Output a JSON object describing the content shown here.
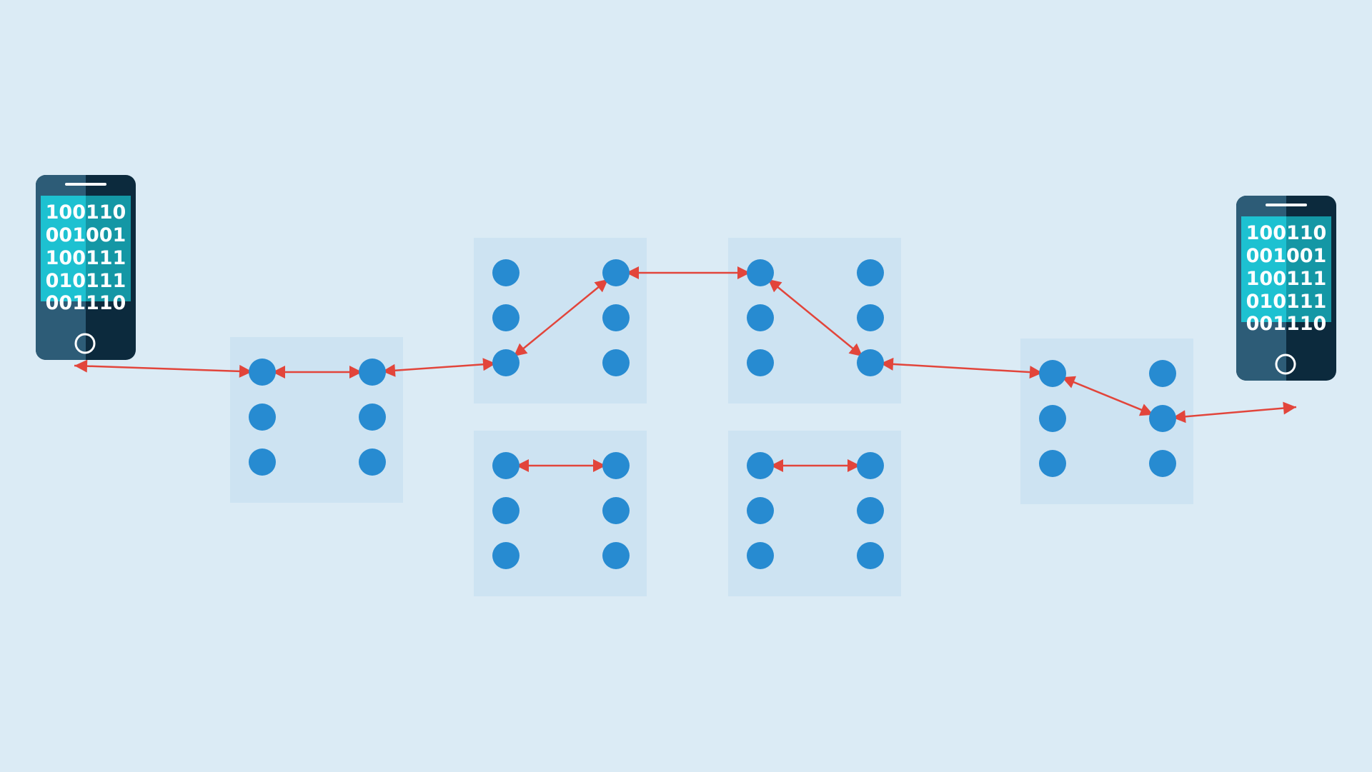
{
  "colors": {
    "background": "#dbebf5",
    "switch_panel": "#cde3f2",
    "node": "#278bd1",
    "link": "#e2453b",
    "phone_body_dark": "#0c2a3d",
    "phone_body_light": "#2d5c77",
    "screen_light": "#1dc1d1",
    "screen_dark": "#1497a5"
  },
  "phones": [
    {
      "id": "left",
      "screen_lines": [
        "100110",
        "001001",
        "100111",
        "010111",
        "001110"
      ]
    },
    {
      "id": "right",
      "screen_lines": [
        "100110",
        "001001",
        "100111",
        "010111",
        "001110"
      ]
    }
  ],
  "switches": [
    {
      "id": "switch-1"
    },
    {
      "id": "switch-2-top"
    },
    {
      "id": "switch-2-bottom"
    },
    {
      "id": "switch-3-top"
    },
    {
      "id": "switch-3-bottom"
    },
    {
      "id": "switch-4"
    }
  ],
  "icons": {
    "phone": "smartphone-icon",
    "node": "port-dot-icon",
    "link": "double-arrow-icon"
  }
}
